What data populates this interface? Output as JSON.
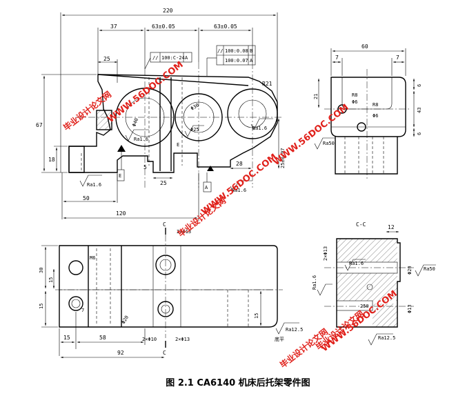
{
  "caption": "图 2.1 CA6140 机床后托架零件图",
  "watermark": {
    "url": "WWW.56DOC.COM",
    "school": "毕业设计论文网",
    "color": "#e0201a"
  },
  "front_view": {
    "overall_length": "220",
    "height": "67",
    "seg_37": "37",
    "seg_63a": "63±0.05",
    "seg_63b": "63±0.05",
    "seg_25_top": "25",
    "base_18": "18",
    "base_50": "50",
    "base_120": "120",
    "dim_5": "5",
    "dim_25_bottom": "25",
    "dim_28": "28",
    "dim_25_007": "25±0.07",
    "radius_r21": "R21",
    "tol_frame_1": {
      "sym": "//",
      "val": "100:C-24",
      "datum": "A"
    },
    "tol_frame_2": {
      "sym": "//",
      "val1": "100:0.08",
      "datum1": "B",
      "val2": "100:0.07",
      "datum2": "A"
    },
    "rough_16a": "Ra1.6",
    "rough_16b": "Ra1.6",
    "rough_16c": "Ra1.6",
    "rough_16d": "Ra1.6",
    "datum_a": "A",
    "datum_b": "B",
    "datum_e": "E",
    "label_e": "E",
    "phi_1": "Φ40",
    "phi_2": "Φ30",
    "phi_3": "Φ25"
  },
  "side_view": {
    "width_60": "60",
    "dim_7a": "7",
    "dim_7b": "7",
    "dim_21": "21",
    "dim_6a": "6",
    "dim_43": "43",
    "dim_6b": "6",
    "r8a": "R8",
    "phi6a": "Φ6",
    "r8b": "R8",
    "phi6b": "Φ6",
    "rough_50": "Ra50"
  },
  "plan_view": {
    "dim_30": "30",
    "dim_15a": "15",
    "dim_15b": "15",
    "dim_7": "7",
    "dim_15c": "15",
    "dim_58": "58",
    "dim_92": "92",
    "dim_15d": "15",
    "phi_13_top": "2×Φ13",
    "phi_10": "2×Φ10",
    "phi_13_bot": "2×Φ13",
    "phi_20": "Φ20",
    "section_c": "C",
    "rough_125": "Ra12.5",
    "label_m6": "M6",
    "label_sq": "底平"
  },
  "section_view": {
    "title": "C-C",
    "dim_12": "12",
    "phi_13": "2×Φ13",
    "phi_20": "Φ20",
    "phi_13b": "Φ13",
    "dim_250": "250",
    "rough_16": "Ra1.6",
    "rough_50": "Ra50",
    "rough_63": "Ra1.6",
    "rough_125": "Ra12.5"
  }
}
